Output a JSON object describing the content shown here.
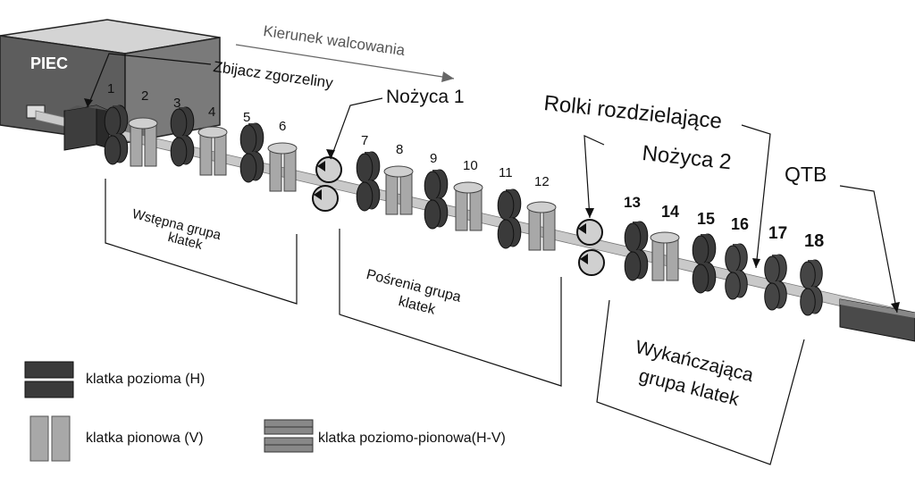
{
  "furnace": {
    "label": "PIEC"
  },
  "direction": {
    "label": "Kierunek walcowania"
  },
  "descaler": {
    "label": "Zbijacz zgorzeliny"
  },
  "shear1": {
    "label": "Nożyca 1"
  },
  "dividing_rolls": {
    "label": "Rolki rozdzielające"
  },
  "shear2": {
    "label": "Nożyca 2"
  },
  "qtb": {
    "label": "QTB"
  },
  "groups": [
    {
      "line1": "Wstępna grupa",
      "line2": "klatek"
    },
    {
      "line1": "Pośrenia grupa",
      "line2": "klatek"
    },
    {
      "line1": "Wykańczająca",
      "line2": "grupa klatek"
    }
  ],
  "stands": [
    {
      "num": "1",
      "type": "H"
    },
    {
      "num": "2",
      "type": "V"
    },
    {
      "num": "3",
      "type": "H"
    },
    {
      "num": "4",
      "type": "V"
    },
    {
      "num": "5",
      "type": "H"
    },
    {
      "num": "6",
      "type": "V"
    },
    {
      "num": "7",
      "type": "H"
    },
    {
      "num": "8",
      "type": "V"
    },
    {
      "num": "9",
      "type": "H"
    },
    {
      "num": "10",
      "type": "V"
    },
    {
      "num": "11",
      "type": "H"
    },
    {
      "num": "12",
      "type": "V"
    },
    {
      "num": "13",
      "type": "H"
    },
    {
      "num": "14",
      "type": "V"
    },
    {
      "num": "15",
      "type": "H"
    },
    {
      "num": "16",
      "type": "HV"
    },
    {
      "num": "17",
      "type": "HV"
    },
    {
      "num": "18",
      "type": "HV"
    }
  ],
  "legend": {
    "horizontal": "klatka pozioma (H)",
    "vertical": "klatka pionowa (V)",
    "horizontal_vertical": "klatka poziomo-pionowa(H-V)"
  },
  "colors": {
    "dark": "#3a3a3a",
    "light": "#a8a8a8",
    "furnace": "#5a5a5a"
  }
}
